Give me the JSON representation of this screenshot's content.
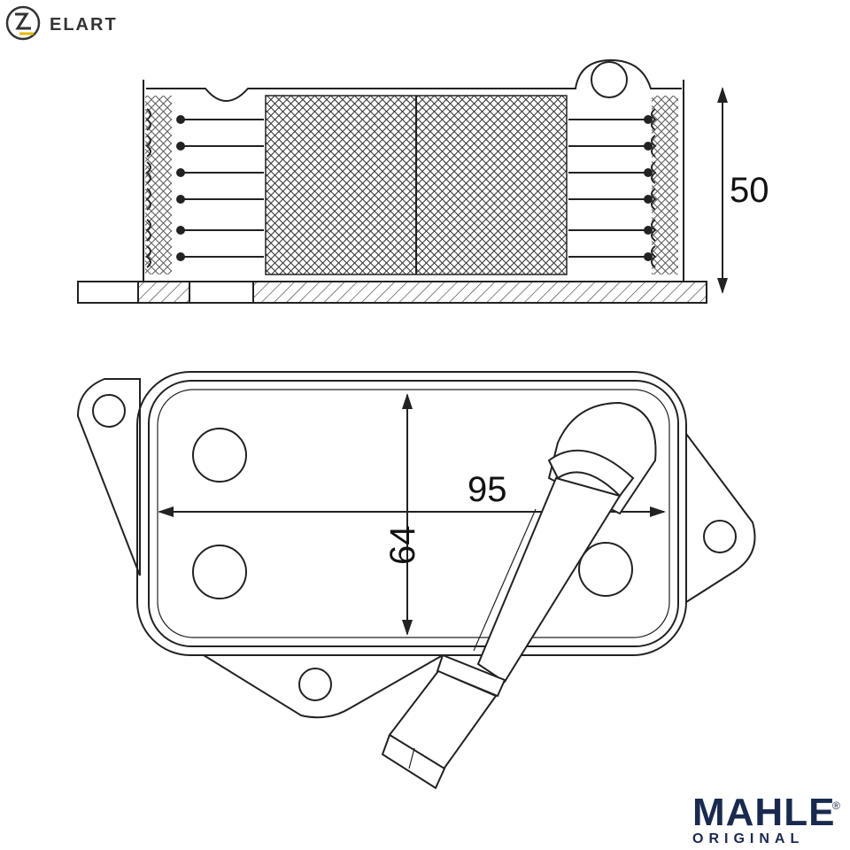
{
  "header": {
    "brand_text": "ELART"
  },
  "dimensions": {
    "height": "50",
    "length": "95",
    "width": "64"
  },
  "footer": {
    "brand_text": "MAHLE",
    "brand_sub": "ORIGINAL",
    "registered_mark": "®"
  },
  "colors": {
    "line": "#222222",
    "brand": "#1a2a4f",
    "logo": "#e6b800"
  }
}
